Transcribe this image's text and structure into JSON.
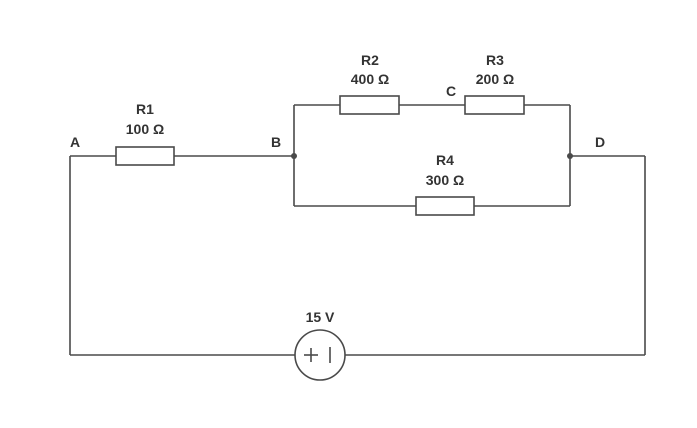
{
  "nodes": {
    "a": "A",
    "b": "B",
    "c": "C",
    "d": "D"
  },
  "resistors": [
    {
      "name": "R1",
      "value": "100 Ω"
    },
    {
      "name": "R2",
      "value": "400 Ω"
    },
    {
      "name": "R3",
      "value": "200 Ω"
    },
    {
      "name": "R4",
      "value": "300 Ω"
    }
  ],
  "source": {
    "voltage": "15 V"
  },
  "colors": {
    "wire": "#4a4a4a",
    "text": "#333333",
    "background": "#ffffff"
  }
}
